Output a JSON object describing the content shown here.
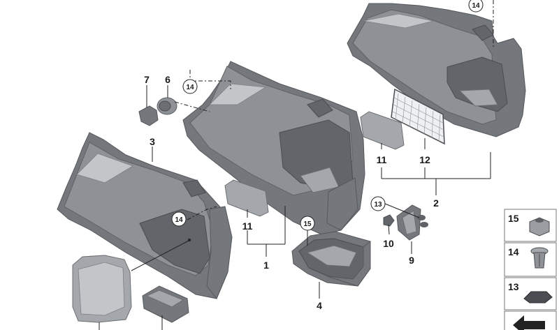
{
  "callouts": [
    "1",
    "2",
    "3",
    "4",
    "6",
    "7",
    "9",
    "10",
    "11",
    "12",
    "13",
    "14",
    "15"
  ],
  "legend": [
    "15",
    "14",
    "13"
  ]
}
